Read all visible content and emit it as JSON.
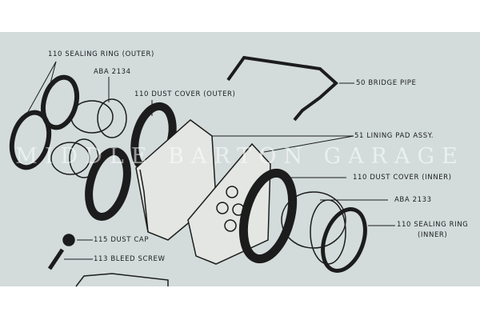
{
  "labels": {
    "sealing_ring_outer": "110 SEALING RING (OUTER)",
    "piston_outer": "ABA 2134",
    "dust_cover_outer": "110 DUST COVER (OUTER)",
    "bridge_pipe": "50 BRIDGE PIPE",
    "lining_pad": "51 LINING PAD ASSY.",
    "dust_cover_inner": "110 DUST COVER (INNER)",
    "piston_inner": "ABA 2133",
    "sealing_ring_inner_1": "110 SEALING RING",
    "sealing_ring_inner_2": "(INNER)",
    "dust_cap": "115 DUST CAP",
    "bleed_screw": "113 BLEED SCREW"
  },
  "watermark": "MIDDLE BARTON GARAGE",
  "colors": {
    "paper": "#d3dbdb",
    "ink": "#1c1c1c"
  }
}
